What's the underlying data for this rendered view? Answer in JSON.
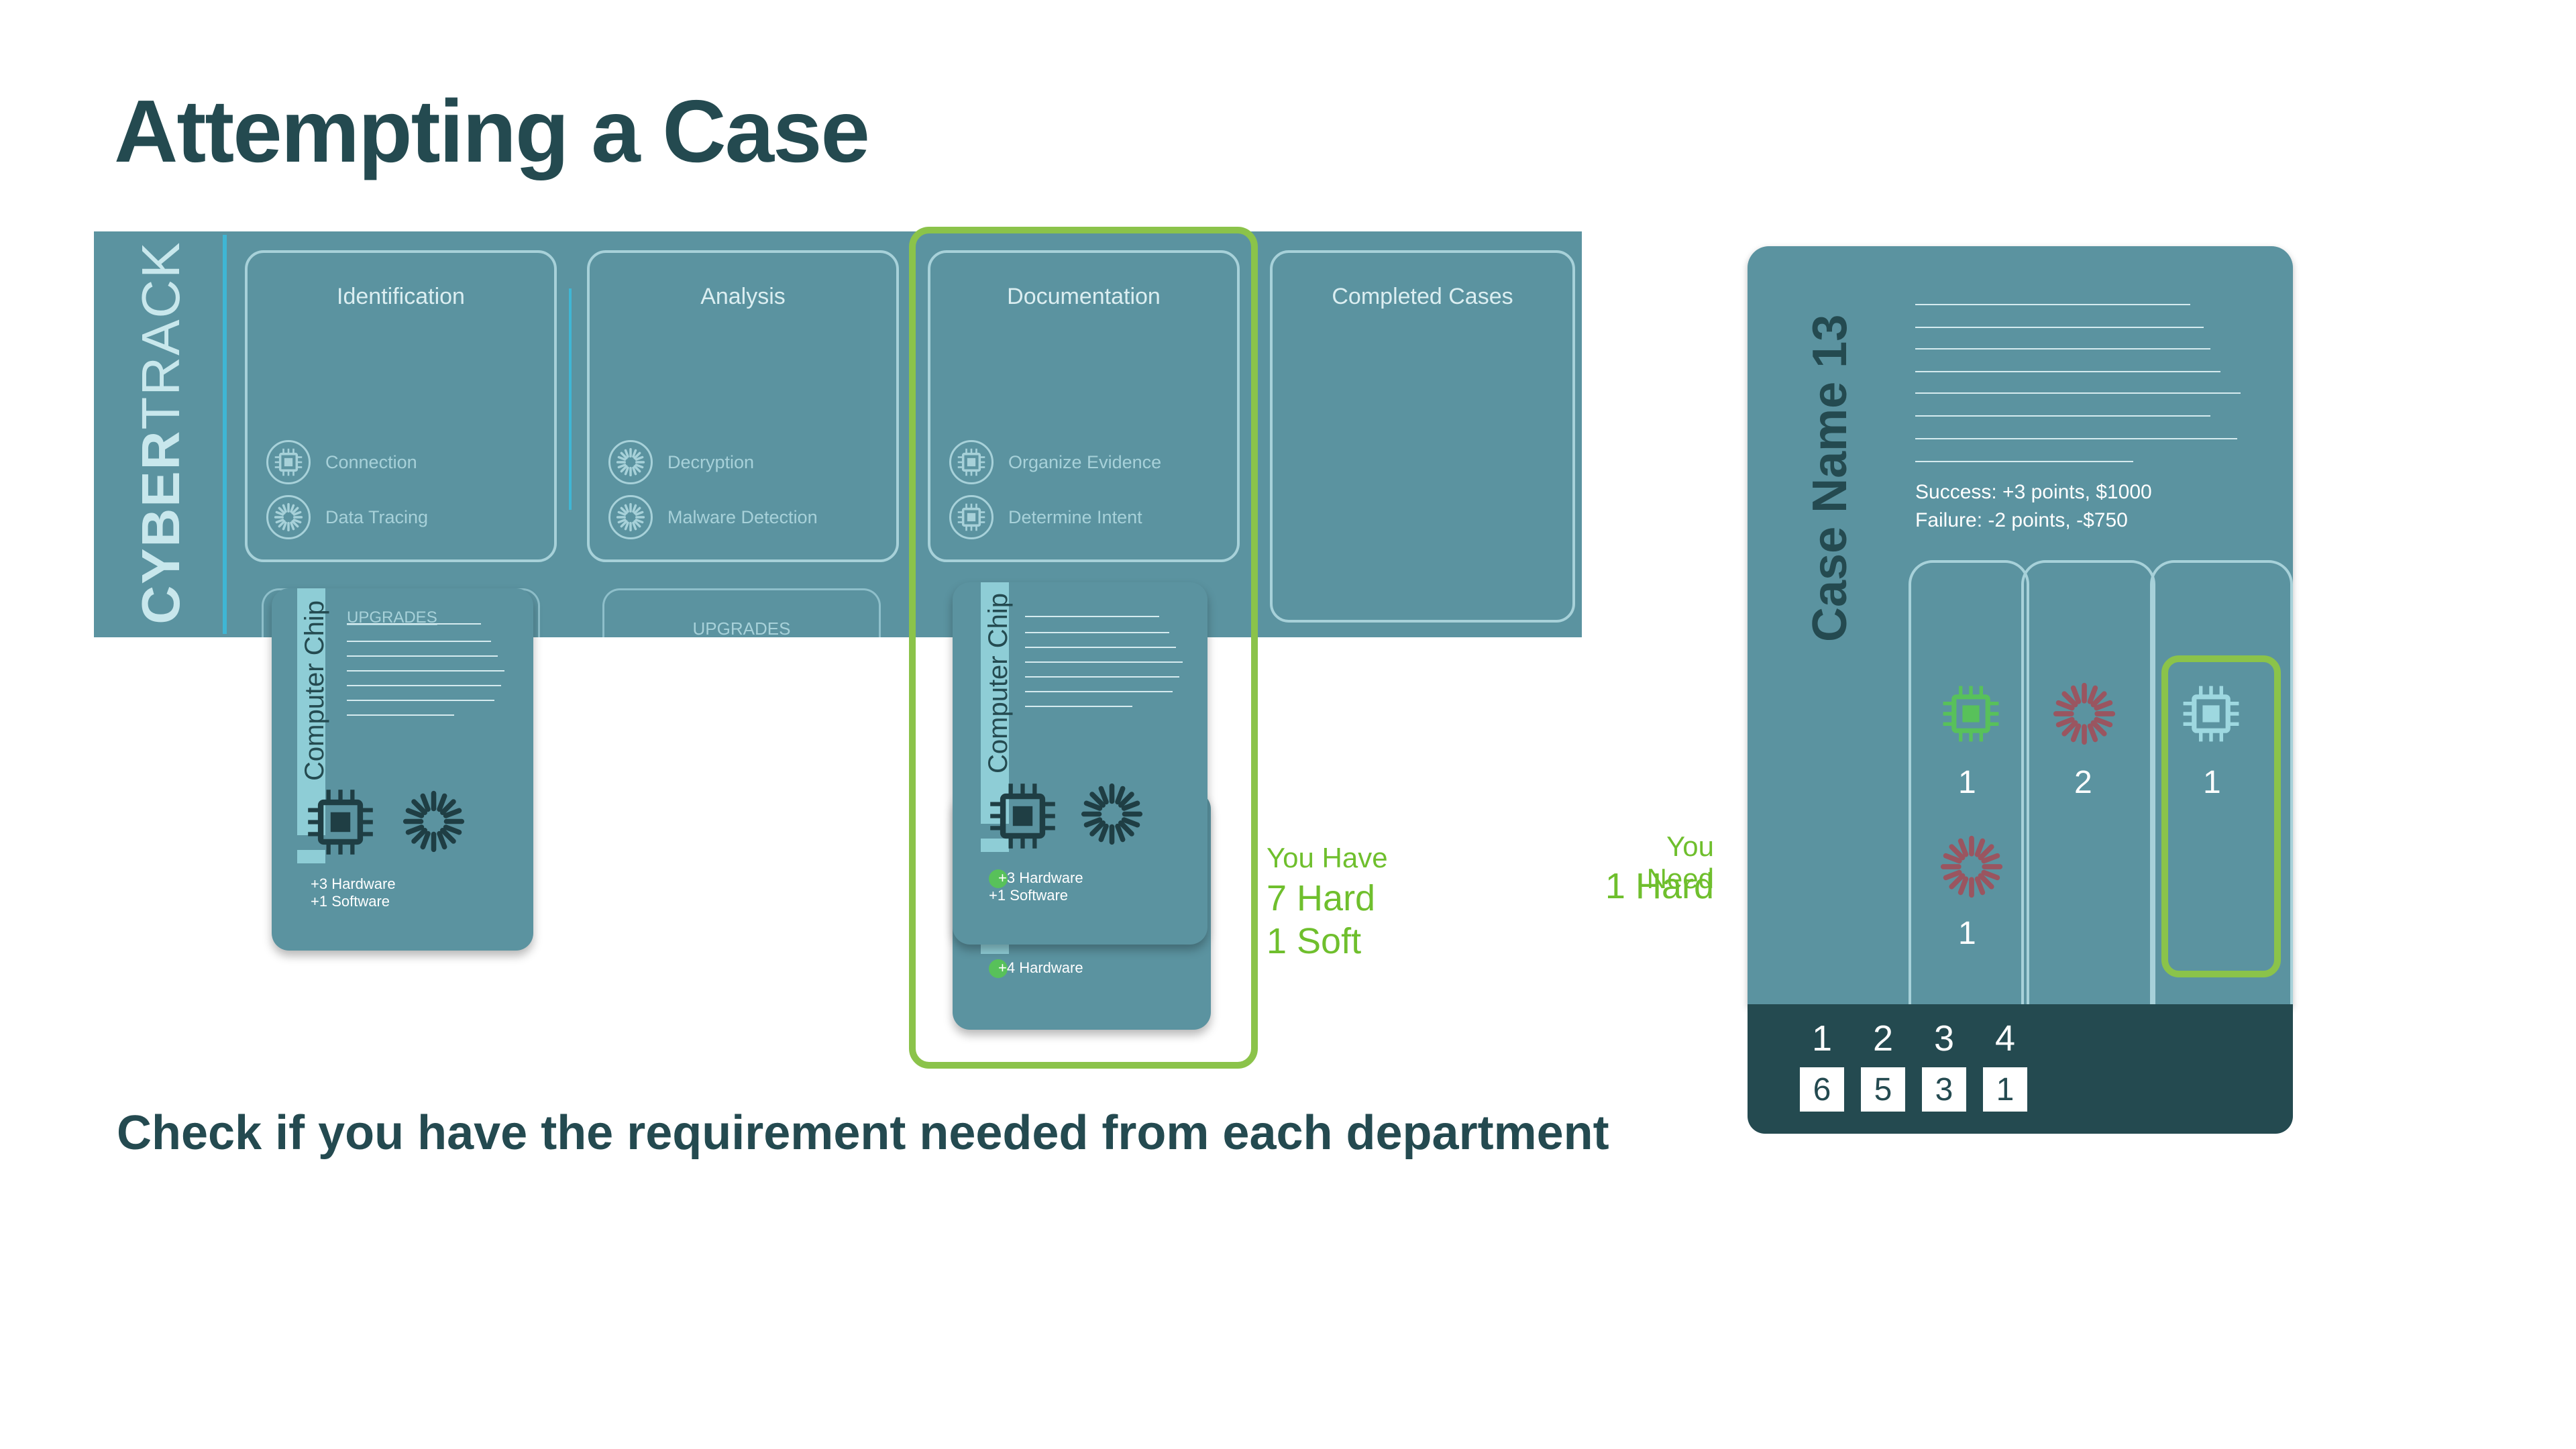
{
  "page": {
    "title": "Attempting a Case",
    "subtitle": "Check if you have the requirement needed from each department"
  },
  "board": {
    "brand_bold": "CYBER",
    "brand_light": "TRACK",
    "departments": [
      {
        "name": "Identification",
        "skills": [
          {
            "icon": "chip-icon",
            "label": "Connection"
          },
          {
            "icon": "burst-icon",
            "label": "Data Tracing"
          }
        ]
      },
      {
        "name": "Analysis",
        "skills": [
          {
            "icon": "burst-icon",
            "label": "Decryption"
          },
          {
            "icon": "burst-icon",
            "label": "Malware Detection"
          }
        ]
      },
      {
        "name": "Documentation",
        "skills": [
          {
            "icon": "chip-icon",
            "label": "Organize Evidence"
          },
          {
            "icon": "chip-icon",
            "label": "Determine Intent"
          }
        ]
      },
      {
        "name": "Completed Cases"
      }
    ],
    "upgrades_label": "UPGRADES"
  },
  "cards": {
    "left": {
      "name": "Computer Chip",
      "header": "UPGRADES",
      "line1": "+3 Hardware",
      "line2": "+1 Software"
    },
    "doc_front": {
      "name": "Computer Chip",
      "line1": "+3 Hardware",
      "line2": "+1 Software"
    },
    "doc_back": {
      "line1": "+4 Hardware"
    }
  },
  "you_have": {
    "label": "You Have",
    "hard": "7 Hard",
    "soft": "1 Soft"
  },
  "you_need": {
    "label": "You Need",
    "hard": "1 Hard"
  },
  "case": {
    "name": "Case Name 13",
    "success": "Success: +3 points, $1000",
    "failure": "Failure: -2 points, -$750",
    "col1": {
      "top": "1",
      "bottom": "1"
    },
    "col2": {
      "top": "2"
    },
    "col3": {
      "top": "1"
    },
    "track_numbers": [
      "1",
      "2",
      "3",
      "4"
    ],
    "track_values": [
      "6",
      "5",
      "3",
      "1"
    ]
  },
  "colors": {
    "board": "#5b93a0",
    "dark": "#244a50",
    "highlight": "#8bc34a",
    "accent_green": "#58c15a",
    "icon_red": "#9a5560"
  }
}
